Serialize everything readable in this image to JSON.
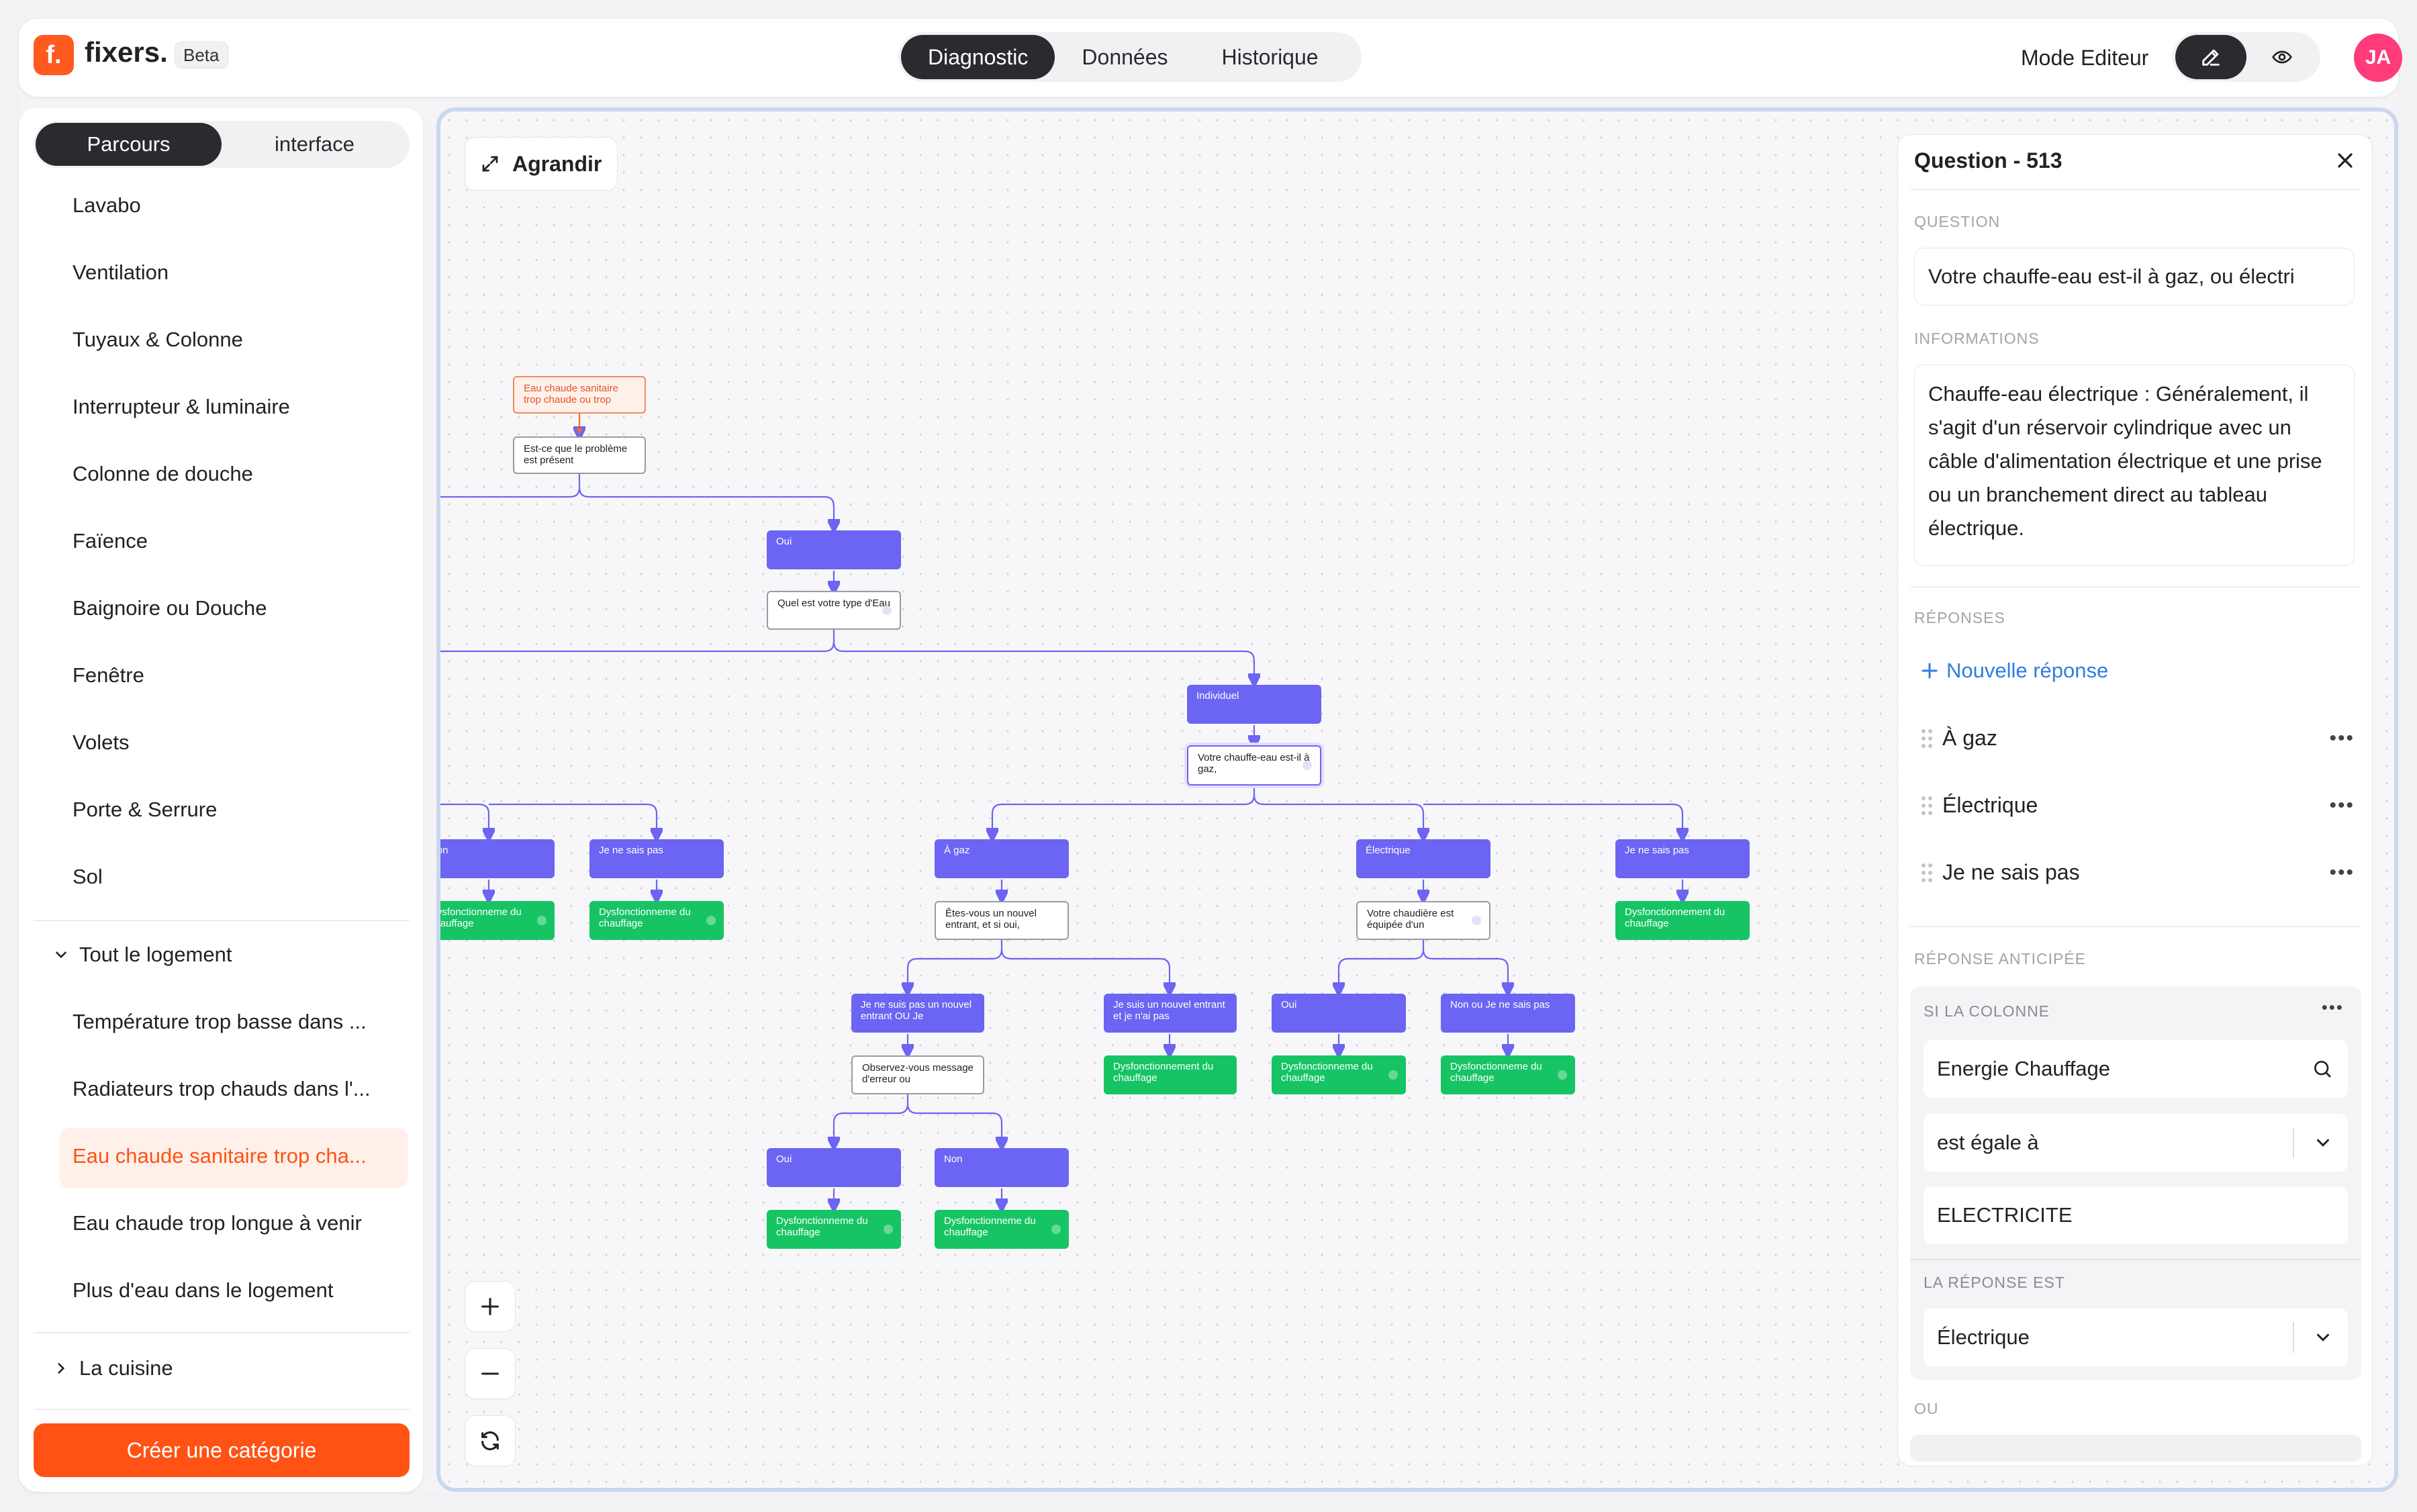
{
  "header": {
    "logo_letter": "f.",
    "logo_text": "fixers.",
    "beta": "Beta",
    "tabs": [
      {
        "label": "Diagnostic",
        "active": true
      },
      {
        "label": "Données",
        "active": false
      },
      {
        "label": "Historique",
        "active": false
      }
    ],
    "mode_label": "Mode Editeur",
    "avatar_initials": "JA"
  },
  "sidebar": {
    "segments": [
      "Parcours",
      "interface"
    ],
    "items": [
      "Lavabo",
      "Ventilation",
      "Tuyaux & Colonne",
      "Interrupteur & luminaire",
      "Colonne de douche",
      "Faïence",
      "Baignoire ou Douche",
      "Fenêtre",
      "Volets",
      "Porte & Serrure",
      "Sol"
    ],
    "group_open": "Tout le logement",
    "group_items": [
      "Température trop basse dans ...",
      "Radiateurs trop chauds dans l'...",
      "Eau chaude sanitaire trop cha...",
      "Eau chaude trop longue à venir",
      "Plus d'eau dans le logement"
    ],
    "active_item_index": 2,
    "group_closed": "La cuisine",
    "create_button": "Créer une catégorie",
    "accent_color": "#ff5214"
  },
  "canvas": {
    "expand_button": "Agrandir",
    "nodes": {
      "n_start": "Eau chaude sanitaire trop chaude ou trop",
      "n_q1": "Est-ce que le problème est présent",
      "n_oui1": "Oui",
      "n_q2": "Quel est votre type d'Eau",
      "n_indiv": "Individuel",
      "n_q3": "Votre chauffe-eau est-il à gaz,",
      "n_non_left": "Non",
      "n_jnsp_left": "Je ne sais pas",
      "n_dys_left1": "Dysfonctionneme du chauffage",
      "n_dys_left2": "Dysfonctionneme du chauffage",
      "n_agaz": "À gaz",
      "n_elec": "Électrique",
      "n_jnsp_right": "Je ne sais pas",
      "n_q_agaz": "Êtes-vous un nouvel entrant, et si oui,",
      "n_q_elec": "Votre chaudière est équipée d'un",
      "n_dys_jnsp": "Dysfonctionnement du chauffage",
      "n_jnsp_nouvel": "Je ne suis pas un nouvel entrant OU Je",
      "n_nouvel": "Je suis un nouvel entrant et je n'ai pas",
      "n_oui_elec": "Oui",
      "n_non_elec": "Non ou Je ne sais pas",
      "n_q_obs": "Observez-vous message d'erreur ou",
      "n_dys_nouvel": "Dysfonctionnement du chauffage",
      "n_dys_oui_elec": "Dysfonctionneme du chauffage",
      "n_dys_non_elec": "Dysfonctionneme du chauffage",
      "n_oui_obs": "Oui",
      "n_non_obs": "Non",
      "n_dys_oui_obs": "Dysfonctionneme du chauffage",
      "n_dys_non_obs": "Dysfonctionneme du chauffage"
    },
    "colors": {
      "question": "#6c64f2",
      "result": "#16c464",
      "start": "#f08a5d",
      "edge": "#6c64f2"
    }
  },
  "panel": {
    "title": "Question - 513",
    "question_label": "QUESTION",
    "question_value": "Votre chauffe-eau est-il à gaz, ou électri",
    "info_label": "INFORMATIONS",
    "info_value": "Chauffe-eau électrique : Généralement, il s'agit d'un réservoir cylindrique avec un câble d'alimentation électrique et une prise ou un branchement direct au tableau électrique.",
    "answers_label": "RÉPONSES",
    "new_answer": "Nouvelle réponse",
    "answers": [
      "À gaz",
      "Électrique",
      "Je ne sais pas"
    ],
    "anticipated_label": "RÉPONSE ANTICIPÉE",
    "if_column_label": "SI LA COLONNE",
    "column_value": "Energie Chauffage",
    "operator_value": "est égale à",
    "compare_value": "ELECTRICITE",
    "answer_is_label": "LA RÉPONSE EST",
    "answer_is_value": "Électrique",
    "or_label": "OU"
  }
}
